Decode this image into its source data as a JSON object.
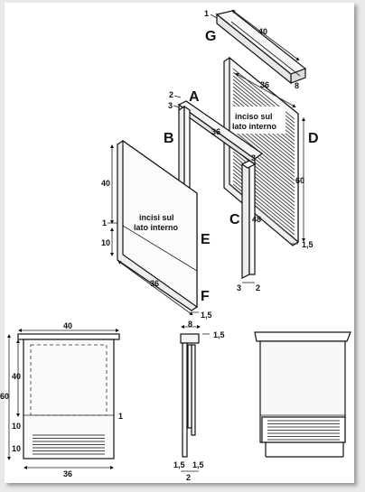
{
  "parts": {
    "A": "A",
    "B": "B",
    "C": "C",
    "D": "D",
    "E": "E",
    "F": "F",
    "G": "G"
  },
  "notes": {
    "front_engraved": [
      "incisi sul",
      "lato interno"
    ],
    "back_engraved": [
      "inciso sul",
      "lato interno"
    ]
  },
  "dims": {
    "g_thick": "1",
    "g_len": "40",
    "g_depth": "8",
    "d_width": "36",
    "d_height": "60",
    "d_gap": "1,5",
    "a_2": "2",
    "a_3": "3",
    "a_36": "36",
    "c_48": "48",
    "c_3": "3",
    "c_2": "2",
    "e_40": "40",
    "e_1": "1",
    "e_10": "10",
    "f_36": "36",
    "f_15": "1,5",
    "fv_40": "40",
    "fv_60": "60",
    "fv_40s": "40",
    "fv_10a": "10",
    "fv_10b": "10",
    "fv_36": "36",
    "fv_1": "1",
    "sv_8": "8",
    "sv_15top": "1,5",
    "sv_15a": "1,5",
    "sv_15b": "1,5",
    "sv_2": "2"
  },
  "colors": {
    "line": "#111111",
    "panel": "#f4f4f4",
    "louver": "#444444"
  }
}
